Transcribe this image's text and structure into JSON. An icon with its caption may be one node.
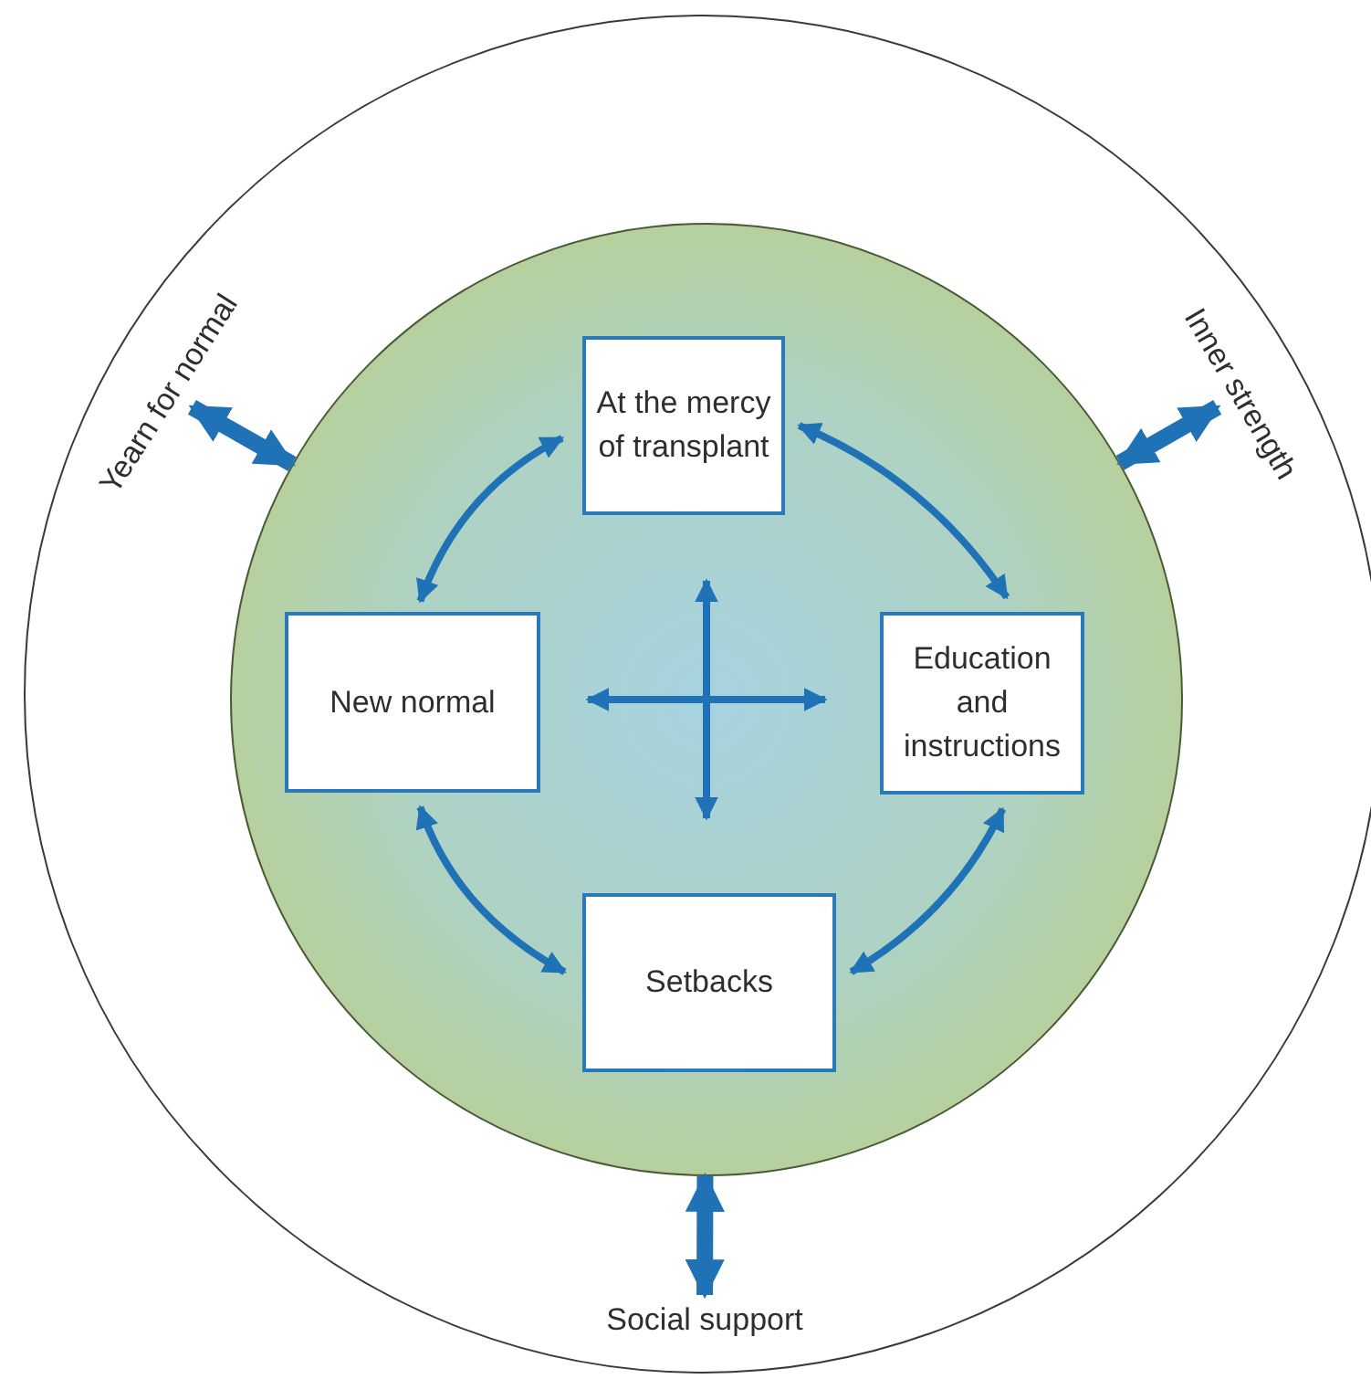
{
  "diagram": {
    "nodes": [
      {
        "text": [],
        "shape": "circle"
      },
      {
        "text": [
          "Yearn for normal"
        ],
        "in": 0
      },
      {
        "text": [
          "Inner strength"
        ],
        "in": 0
      },
      {
        "text": [],
        "shape": "circle",
        "in": 0
      },
      {
        "text": [
          "At the mercy of transplant"
        ],
        "in": 3
      },
      {
        "text": [
          "New normal"
        ],
        "in": 3
      },
      {
        "text": [
          "Education and instructions"
        ],
        "in": 3
      },
      {
        "text": [
          "Setbacks"
        ],
        "in": 3
      },
      {
        "text": [
          "Social support"
        ],
        "in": 0
      }
    ],
    "edges": [
      {
        "from": 5,
        "to": 4,
        "arrow": "both"
      },
      {
        "from": 4,
        "to": 6,
        "arrow": "both"
      },
      {
        "from": 6,
        "to": 7,
        "arrow": "both"
      },
      {
        "from": 5,
        "to": 7,
        "arrow": "both"
      },
      {
        "from": 3,
        "to": 1,
        "arrow": "both",
        "style": "thick"
      },
      {
        "from": 3,
        "to": 2,
        "arrow": "both",
        "style": "thick"
      },
      {
        "from": 3,
        "to": 8,
        "arrow": "both",
        "style": "thick"
      }
    ]
  }
}
